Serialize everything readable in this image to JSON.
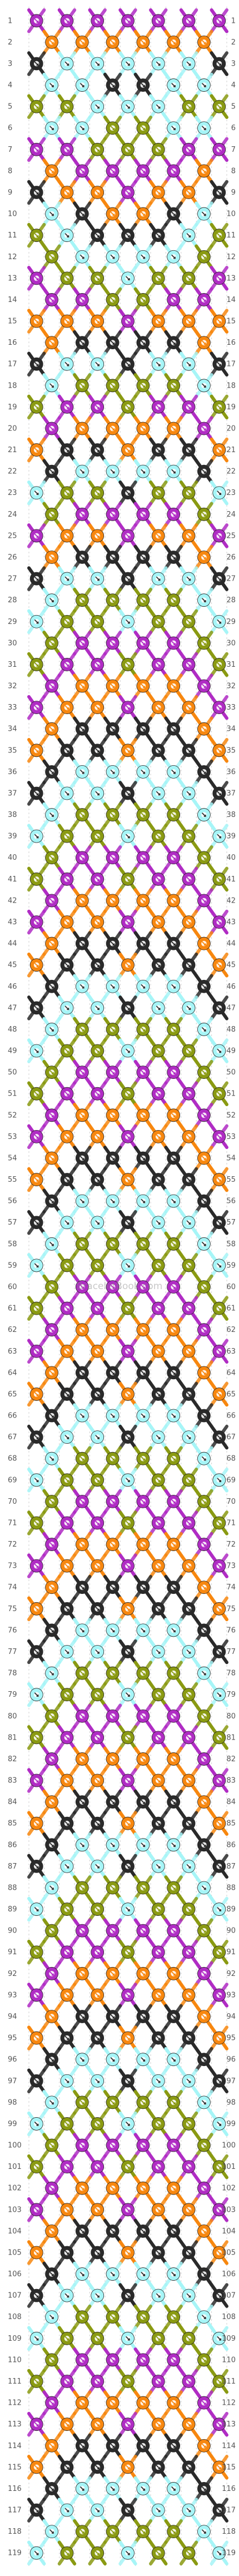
{
  "watermark": "BraceletBook.com",
  "colors": {
    "A": "#b02cc4",
    "B": "#f7870f",
    "C": "#2a2a2a",
    "D": "#a6f5f7",
    "E": "#8a9a12",
    "grid": "#cfcfcf"
  },
  "strands": [
    "E",
    "A",
    "B",
    "C",
    "D",
    "C",
    "C",
    "D",
    "C",
    "B",
    "A",
    "E",
    "A",
    "B"
  ],
  "rows": 119,
  "knot_rows": [
    "AAAAAAA",
    "BBBBBB",
    "CDDDDDC",
    "DDCCDD",
    "EEDDDEE",
    "DDEEDD",
    "AAEEEAA",
    "BAAAAB",
    "CBBABBC",
    "DCBBCD",
    "EDCCCDE",
    "EDDDDE",
    "AEEDEEA",
    "AAEEAA",
    "BBBABBB",
    "BCCCCB",
    "CDDCDDC",
    "DEEEED",
    "EAAEAAE",
    "ABBBBA",
    "BCCBCCB",
    "CDDDDC",
    "DEECEED",
    "EAAAAE",
    "ABBABBA",
    "BCCCCB",
    "CDDCDDC",
    "DEEEED",
    "DEEDEED",
    "EAAAAE",
    "EAAEAAE",
    "ABBBBA",
    "ABBABBA",
    "BCCCCB",
    "BCCBCCB",
    "CDDDDC",
    "CDDCDDC",
    "DEEEED",
    "DEEDEED",
    "EAAAAE",
    "EAAEAAE",
    "ABBBBA",
    "ABBABBA",
    "BCCCCB",
    "BCCBCCB",
    "CDDDDC",
    "CDDCDDC",
    "DEEEED",
    "DEEDEED",
    "EAAAAE",
    "EAAEAAE",
    "ABBBBA",
    "ABBABBA",
    "BCCCCB",
    "BCCBCCB",
    "CDDDDC",
    "CDDCDDC",
    "DEEEED",
    "DEEDEED",
    "EAAAAE",
    "EAAEAAE",
    "ABBBBA",
    "ABBABBA",
    "BCCCCB",
    "BCCBCCB",
    "CDDDDC",
    "CDDCDDC",
    "DEEEED",
    "DEEDEED",
    "EAAAAE",
    "EAAEAAE",
    "ABBBBA",
    "ABBABBA",
    "BCCCCB",
    "BCCBCCB",
    "CDDDDC",
    "CDDCDDC",
    "DEEEED",
    "DEEDEED",
    "EAAAAE",
    "EAAEAAE",
    "ABBBBA",
    "ABBABBA",
    "BCCCCB",
    "BCCBCCB",
    "CDDDDC",
    "CDDCDDC",
    "DEEEED",
    "DEEDEED",
    "EAAAAE",
    "EAAEAAE",
    "ABBBBA",
    "ABBABBA",
    "BCCCCB",
    "BCCBCCB",
    "CDDDDC",
    "CDDCDDC",
    "DEEEED",
    "DEEDEED",
    "EAAAAE",
    "EAAEAAE",
    "ABBBBA",
    "ABBABBA",
    "BCCCCB",
    "BCCBCCB",
    "CDDDDC",
    "CDDCDDC",
    "DEEEED",
    "DEEDEED",
    "EAAAAE",
    "EAAEAAE",
    "ABBBBA",
    "ABBABBA",
    "BCCCCB",
    "BCCBCCB",
    "CDDDDC",
    "CDDCDDC",
    "DEEEED",
    "DEEDEED"
  ]
}
